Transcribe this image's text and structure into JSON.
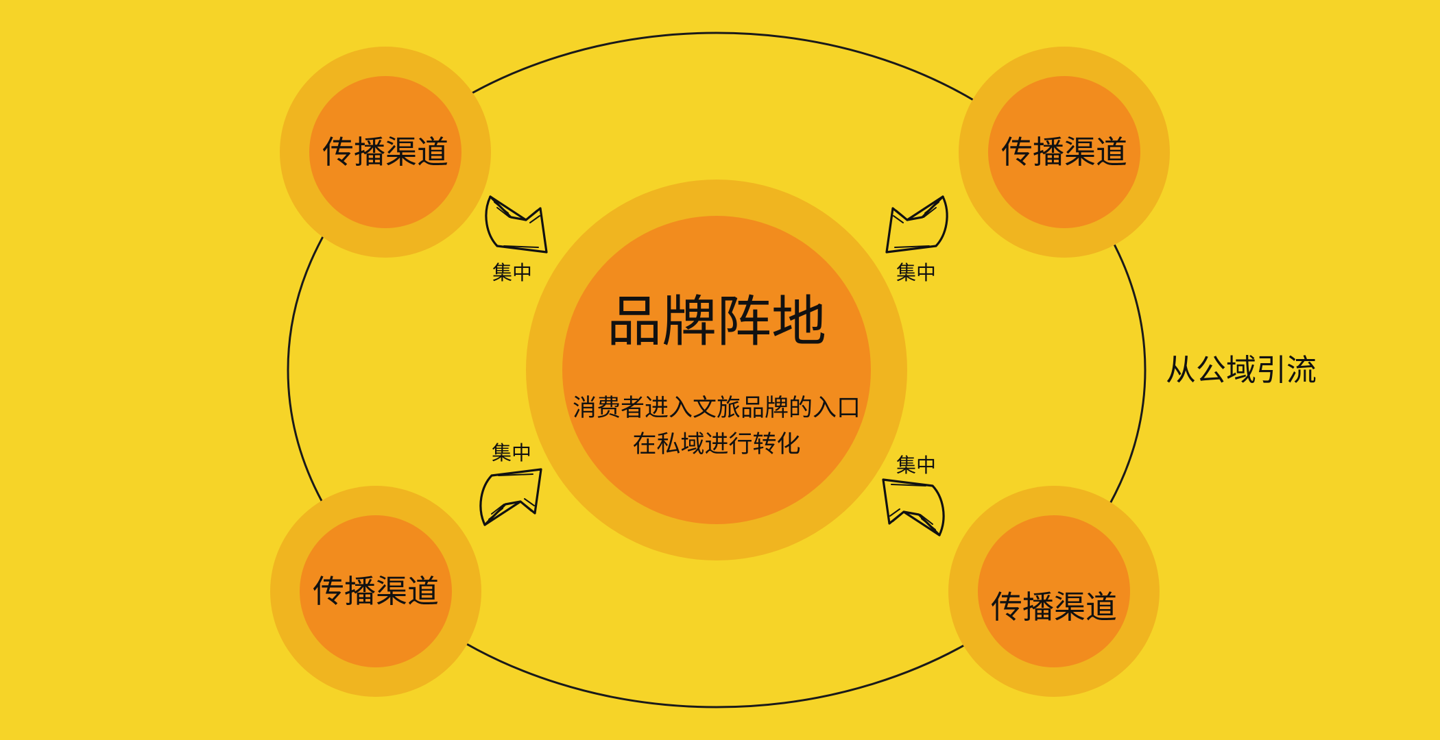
{
  "colors": {
    "background": "#F6D428",
    "ring_outer": "#F0B520",
    "circle_inner": "#F28C1E",
    "line": "#1a1a1a"
  },
  "center": {
    "title": "品牌阵地",
    "desc_line1": "消费者进入文旅品牌的入口",
    "desc_line2": "在私域进行转化"
  },
  "channels": {
    "top_left": "传播渠道",
    "top_right": "传播渠道",
    "bottom_left": "传播渠道",
    "bottom_right": "传播渠道"
  },
  "arrows": {
    "top_left_label": "集中",
    "top_right_label": "集中",
    "bottom_left_label": "集中",
    "bottom_right_label": "集中",
    "icon": "curved-arrow-icon"
  },
  "side_label": "从公域引流"
}
